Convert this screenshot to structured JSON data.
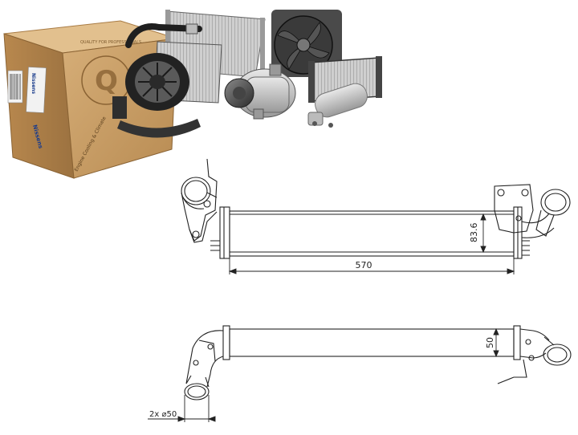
{
  "box": {
    "brand": "Nissens",
    "side_brand": "Nissens",
    "seal_letter": "Q",
    "seal_text": "QUALITY FOR PROFESSIONALS",
    "side_text": "Engine Cooling & Climate"
  },
  "dimensions": {
    "height": "83.6",
    "length": "570",
    "depth": "50",
    "pipe": "2x ⌀50"
  },
  "colors": {
    "line": "#222222",
    "box": "#c49a62",
    "background": "#ffffff"
  }
}
